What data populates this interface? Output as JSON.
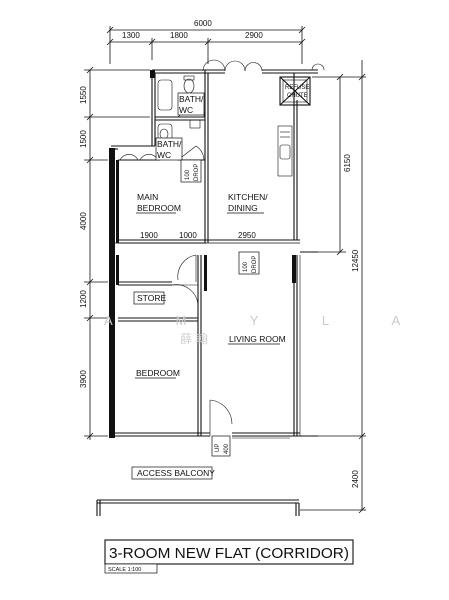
{
  "plan": {
    "title": "3-ROOM NEW FLAT (CORRIDOR)",
    "scale": "SCALE  1:100",
    "watermark_latin": "A M Y   L A T O H",
    "watermark_cn": "薛  翰"
  },
  "top_dimensions": {
    "overall": "6000",
    "seg1": "1300",
    "seg2": "1800",
    "seg3": "2900"
  },
  "left_dimensions": {
    "d1": "1550",
    "d2": "1500",
    "d3": "4000",
    "d4": "1200",
    "d5": "3900"
  },
  "right_dimensions": {
    "d1": "6150",
    "d2": "12450",
    "d3": "2400"
  },
  "inner_dimensions": {
    "a": "1900",
    "b": "1000",
    "c": "2950"
  },
  "rooms": {
    "bath1_line1": "BATH/",
    "bath1_line2": "WC",
    "bath2_line1": "BATH/",
    "bath2_line2": "WC",
    "refuse_line1": "REFUSE",
    "refuse_line2": "CHUTE",
    "main_bed_line1": "MAIN",
    "main_bed_line2": "BEDROOM",
    "kitchen_line1": "KITCHEN/",
    "kitchen_line2": "DINING",
    "store": "STORE",
    "living": "LIVING ROOM",
    "bedroom": "BEDROOM",
    "access": "ACCESS  BALCONY"
  },
  "tags": {
    "drop1_a": "100",
    "drop1_b": "DROP",
    "drop2_a": "100",
    "drop2_b": "DROP",
    "up_a": "UP",
    "up_b": "400"
  }
}
